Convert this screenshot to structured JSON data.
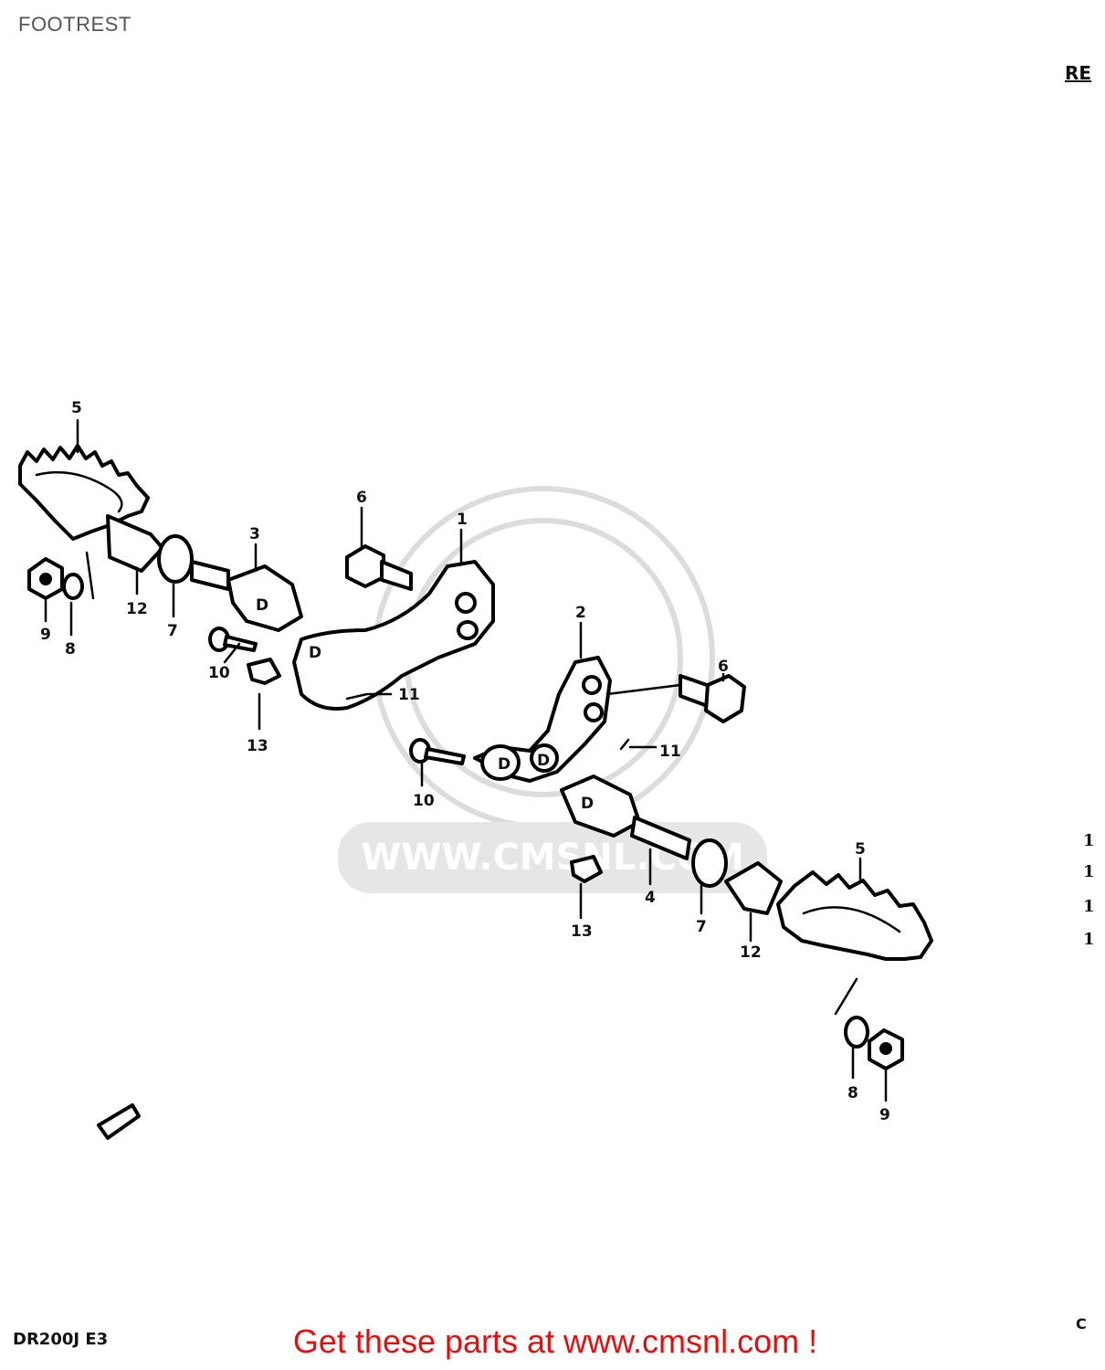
{
  "title": "FOOTREST",
  "ref_label": "RE",
  "model_code": "DR200J E3",
  "corner_code": "C",
  "cta_text": "Get these parts at www.cmsnl.com !",
  "watermark_text": "WWW.CMSNL.COM",
  "right_marks": [
    "1",
    "1",
    "1",
    "1"
  ],
  "callouts": [
    {
      "key": "l5a",
      "text": "5"
    },
    {
      "key": "l12a",
      "text": "12"
    },
    {
      "key": "l7a",
      "text": "7"
    },
    {
      "key": "l9a",
      "text": "9"
    },
    {
      "key": "l8a",
      "text": "8"
    },
    {
      "key": "l3",
      "text": "3"
    },
    {
      "key": "l10a",
      "text": "10"
    },
    {
      "key": "l13a",
      "text": "13"
    },
    {
      "key": "l11a",
      "text": "11"
    },
    {
      "key": "l6a",
      "text": "6"
    },
    {
      "key": "l1",
      "text": "1"
    },
    {
      "key": "l2",
      "text": "2"
    },
    {
      "key": "l6b",
      "text": "6"
    },
    {
      "key": "l11b",
      "text": "11"
    },
    {
      "key": "l10b",
      "text": "10"
    },
    {
      "key": "l4",
      "text": "4"
    },
    {
      "key": "l13b",
      "text": "13"
    },
    {
      "key": "l7b",
      "text": "7"
    },
    {
      "key": "l12b",
      "text": "12"
    },
    {
      "key": "l5b",
      "text": "5"
    },
    {
      "key": "l8b",
      "text": "8"
    },
    {
      "key": "l9b",
      "text": "9"
    }
  ],
  "colors": {
    "cta": "#e01010",
    "line": "#000000",
    "watermark": "#dcdcdc"
  }
}
